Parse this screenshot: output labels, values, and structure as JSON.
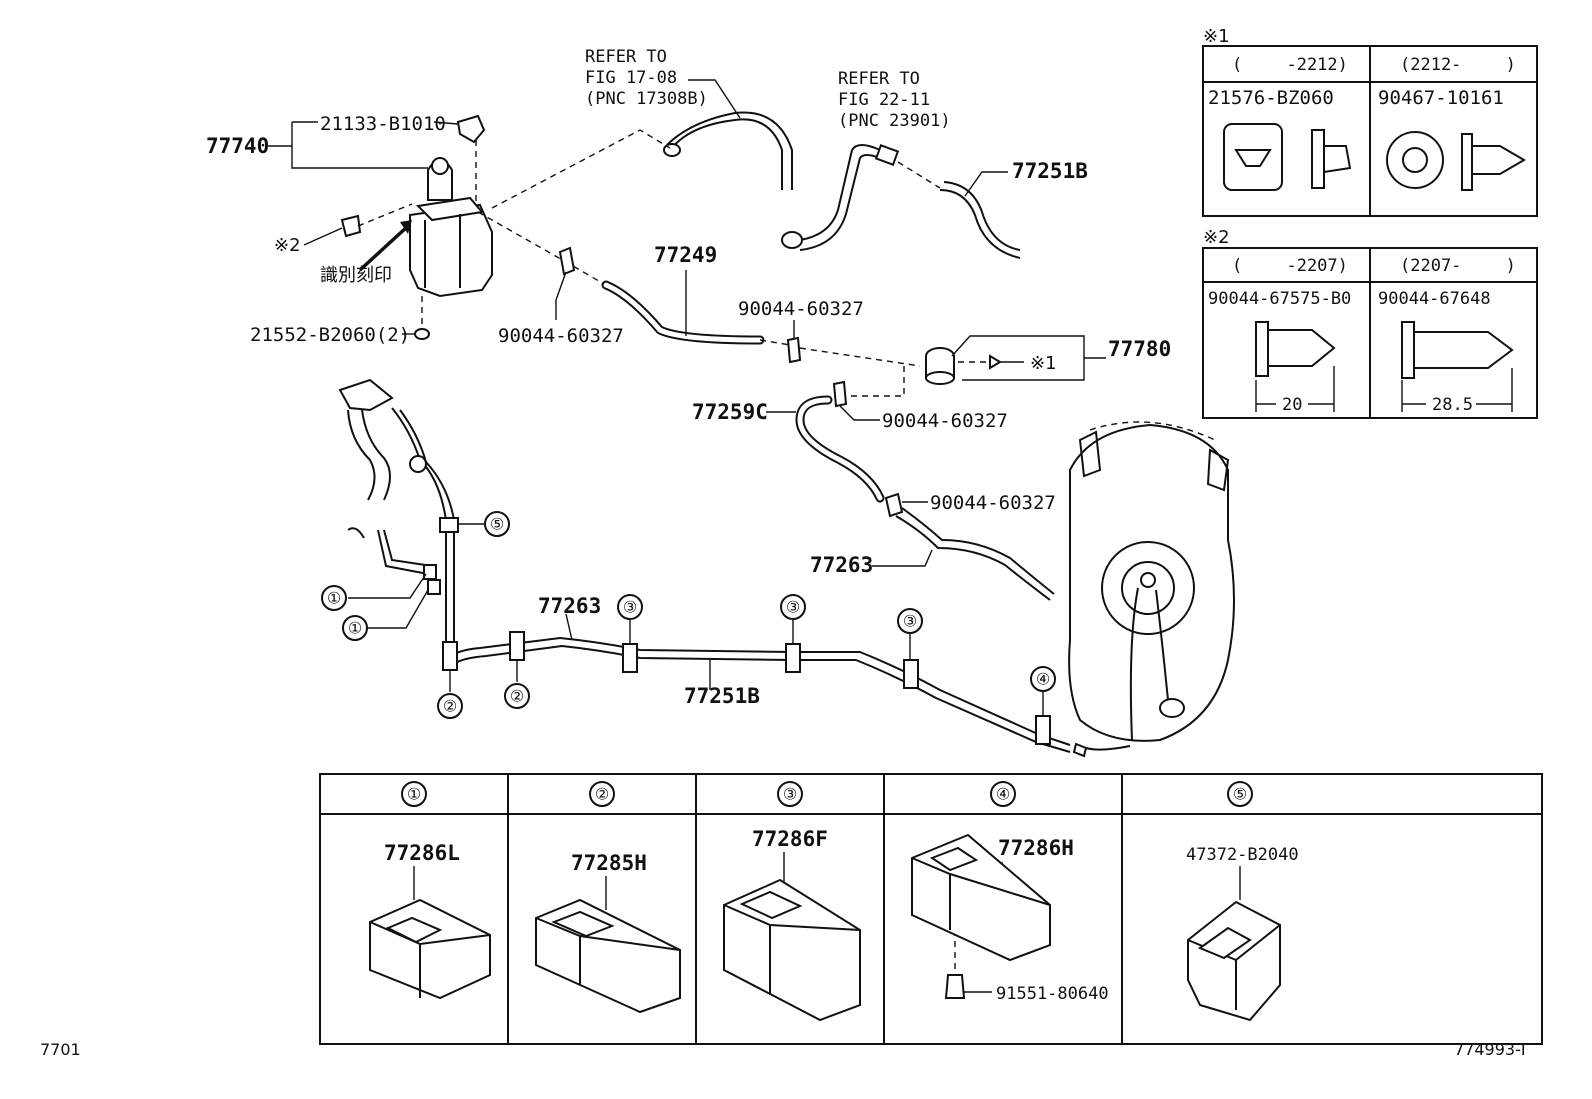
{
  "labels": {
    "canister_assy": "77740",
    "canister_cap": "21133-B1010",
    "note2_ref": "※2",
    "id_mark": "識別刻印",
    "canister_bolt": "21552-B2060(2)",
    "refer1_l1": "REFER TO",
    "refer1_l2": "FIG 17-08",
    "refer1_l3": "(PNC 17308B)",
    "refer2_l1": "REFER TO",
    "refer2_l2": "FIG 22-11",
    "refer2_l3": "(PNC 23901)",
    "tube_77251b_top": "77251B",
    "hose_77249": "77249",
    "clip_a": "90044-60327",
    "clip_b": "90044-60327",
    "valve_assy": "77780",
    "note1_ref": "※1",
    "hose_77259c": "77259C",
    "clip_c": "90044-60327",
    "clip_d": "90044-60327",
    "tube_77263_right": "77263",
    "tube_77263_left": "77263",
    "tube_77251b_bottom": "77251B"
  },
  "callouts": {
    "c1a": "①",
    "c1b": "①",
    "c2a": "②",
    "c2b": "②",
    "c3a": "③",
    "c3b": "③",
    "c3c": "③",
    "c4": "④",
    "c5": "⑤"
  },
  "note1_table": {
    "title": "※1",
    "col1_range": "(　　 -2212)",
    "col2_range": "(2212-　　 )",
    "col1_part": "21576-BZ060",
    "col2_part": "90467-10161"
  },
  "note2_table": {
    "title": "※2",
    "col1_range": "(　　 -2207)",
    "col2_range": "(2207-　　 )",
    "col1_part": "90044-67575-B0",
    "col2_part": "90044-67648",
    "col1_dim": "20",
    "col2_dim": "28.5"
  },
  "clamp_table": {
    "headers": [
      "①",
      "②",
      "③",
      "④",
      "⑤"
    ],
    "parts": [
      "77286L",
      "77285H",
      "77286F",
      "77286H",
      "47372-B2040"
    ],
    "bolt": "91551-80640"
  },
  "footer": {
    "left": "7701",
    "right": "774993-I"
  }
}
